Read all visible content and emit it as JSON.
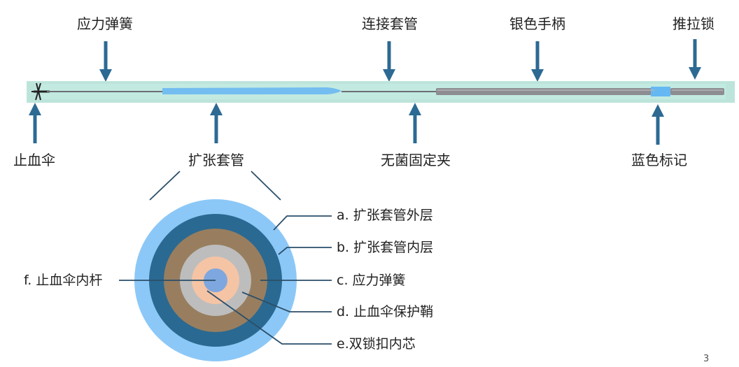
{
  "top_labels": [
    "应力弹簧",
    "连接套管",
    "银色手柄",
    "推拉锁"
  ],
  "bottom_labels": [
    "止血伞",
    "扩张套管",
    "无菌固定夹",
    "蓝色标记"
  ],
  "ring_labels": {
    "a": "a. 扩张套管外层",
    "b": "b. 扩张套管内层",
    "c": "c. 应力弹簧",
    "d": "d. 止血伞保护鞘",
    "e": "e.双锁扣内芯",
    "f": "f. 止血伞内杆"
  },
  "slide_number": "3",
  "colors": {
    "arrow": "#2c6a93",
    "bar_glow": "#b9e3d9",
    "wire": "#6e6e74",
    "blue_sheath": "#74bdf0",
    "handle": "#8d8d91",
    "outer_ring": "#8cc8f7",
    "dark_ring": "#2a6992",
    "brown_ring": "#987e5f",
    "gray_ring": "#bdbdbd",
    "peach_ring": "#f5c4a5",
    "core": "#7ea7df",
    "line": "#2b4f69"
  }
}
